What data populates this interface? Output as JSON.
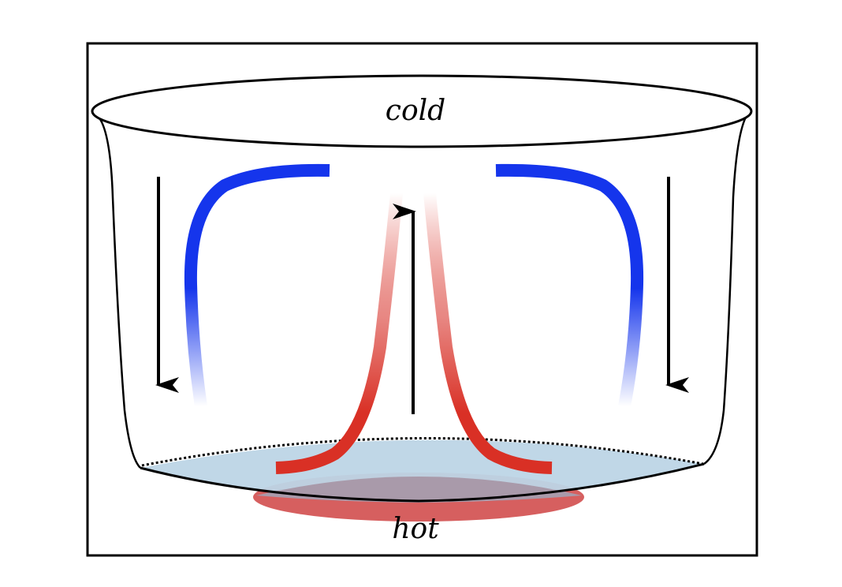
{
  "diagram": {
    "type": "convection-in-pot",
    "labels": {
      "top": "cold",
      "bottom": "hot"
    },
    "colors": {
      "frame": "#000000",
      "cold_flow": "#1535ec",
      "hot_flow": "#d93025",
      "pot_bottom_fill": "#bdd5e6",
      "heat_source": "#d65f5f",
      "heat_overlap": "#a99aaa",
      "background": "#ffffff"
    },
    "elements": [
      {
        "name": "frame",
        "desc": "Rectangular border around the figure"
      },
      {
        "name": "pot",
        "desc": "Flared pot outline with elliptical rim"
      },
      {
        "name": "pot-bottom",
        "desc": "Light-blue ellipse with dotted back edge"
      },
      {
        "name": "heat-source",
        "desc": "Red ellipse under the pot"
      },
      {
        "name": "hot-plume",
        "desc": "Two red curves rising from bottom center, fading upward"
      },
      {
        "name": "cold-flow-left",
        "desc": "Blue curve descending along left side, fading downward"
      },
      {
        "name": "cold-flow-right",
        "desc": "Blue curve descending along right side, fading downward"
      },
      {
        "name": "arrow-up",
        "desc": "Central arrow pointing up"
      },
      {
        "name": "arrow-down-left",
        "desc": "Left arrow pointing down"
      },
      {
        "name": "arrow-down-right",
        "desc": "Right arrow pointing down"
      }
    ]
  }
}
